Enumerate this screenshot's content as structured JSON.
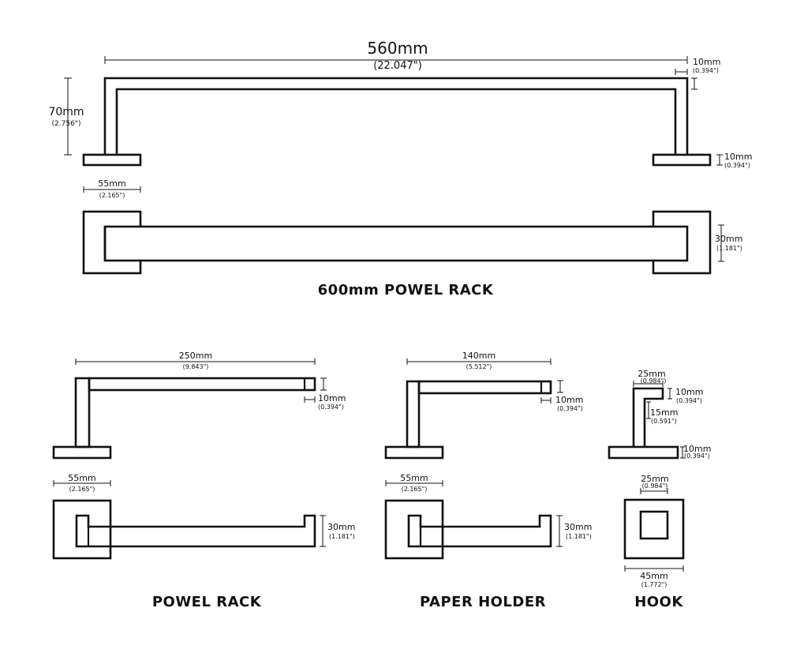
{
  "products": {
    "large_rack": {
      "title": "600mm POWEL RACK",
      "width": {
        "mm": "560mm",
        "in": "(22.047\")"
      },
      "height": {
        "mm": "70mm",
        "in": "(2.756\")"
      },
      "bar_thickness": {
        "mm": "10mm",
        "in": "(0.394\")"
      },
      "base_thickness": {
        "mm": "10mm",
        "in": "(0.394\")"
      },
      "base_width": {
        "mm": "55mm",
        "in": "(2.165\")"
      },
      "bar_depth": {
        "mm": "30mm",
        "in": "(1.181\")"
      }
    },
    "small_rack": {
      "title": "POWEL RACK",
      "length": {
        "mm": "250mm",
        "in": "(9.843\")"
      },
      "bar_thickness": {
        "mm": "10mm",
        "in": "(0.394\")"
      },
      "base_width": {
        "mm": "55mm",
        "in": "(2.165\")"
      },
      "bar_depth": {
        "mm": "30mm",
        "in": "(1.181\")"
      }
    },
    "paper_holder": {
      "title": "PAPER HOLDER",
      "length": {
        "mm": "140mm",
        "in": "(5.512\")"
      },
      "bar_thickness": {
        "mm": "10mm",
        "in": "(0.394\")"
      },
      "base_width": {
        "mm": "55mm",
        "in": "(2.165\")"
      },
      "bar_depth": {
        "mm": "30mm",
        "in": "(1.181\")"
      }
    },
    "hook": {
      "title": "HOOK",
      "top_width": {
        "mm": "25mm",
        "in": "(0.984\")"
      },
      "top_thickness": {
        "mm": "10mm",
        "in": "(0.394\")"
      },
      "stem_height": {
        "mm": "15mm",
        "in": "(0.591\")"
      },
      "base_thickness": {
        "mm": "10mm",
        "in": "(0.394\")"
      },
      "inner_width": {
        "mm": "25mm",
        "in": "(0.984\")"
      },
      "base_width": {
        "mm": "45mm",
        "in": "(1.772\")"
      }
    }
  }
}
